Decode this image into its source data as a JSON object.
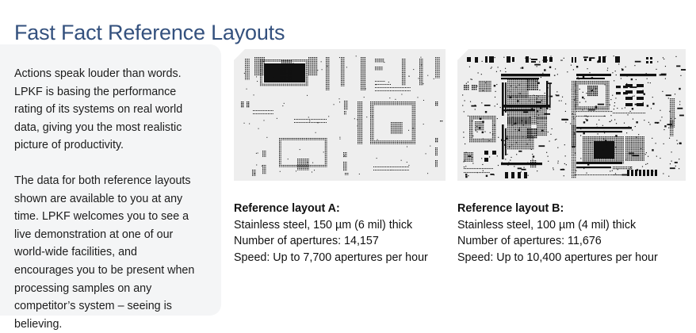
{
  "page": {
    "title": "Fast Fact Reference Layouts",
    "title_color": "#34517e",
    "panel_bg": "#f4f5f6",
    "figure_bg": "#eeeeee",
    "body_color": "#1c1c1c"
  },
  "info_panel": {
    "paragraph_1": "Actions speak louder than words. LPKF is basing the performance rating of its systems on real world data, giving you the most realistic picture of productivity.",
    "paragraph_2": "The data for both reference layouts shown are available to you at any time. LPKF welcomes you to see a live demonstration at one of our world-wide facilities, and encourages you to be present when processing samples on any competitor’s system – seeing is believing."
  },
  "layouts": [
    {
      "id": "a",
      "figure_alt": "stencil-aperture-layout-a",
      "caption_title": "Reference layout A:",
      "material_line": "Stainless steel, 150 µm (6 mil) thick",
      "apertures_line": "Number of apertures: 14,157",
      "speed_line": "Speed: Up to 7,700 apertures per hour"
    },
    {
      "id": "b",
      "figure_alt": "stencil-aperture-layout-b",
      "caption_title": "Reference layout B:",
      "material_line": "Stainless steel, 100 µm (4 mil) thick",
      "apertures_line": "Number of apertures: 11,676",
      "speed_line": "Speed: Up to 10,400 apertures per hour"
    }
  ]
}
